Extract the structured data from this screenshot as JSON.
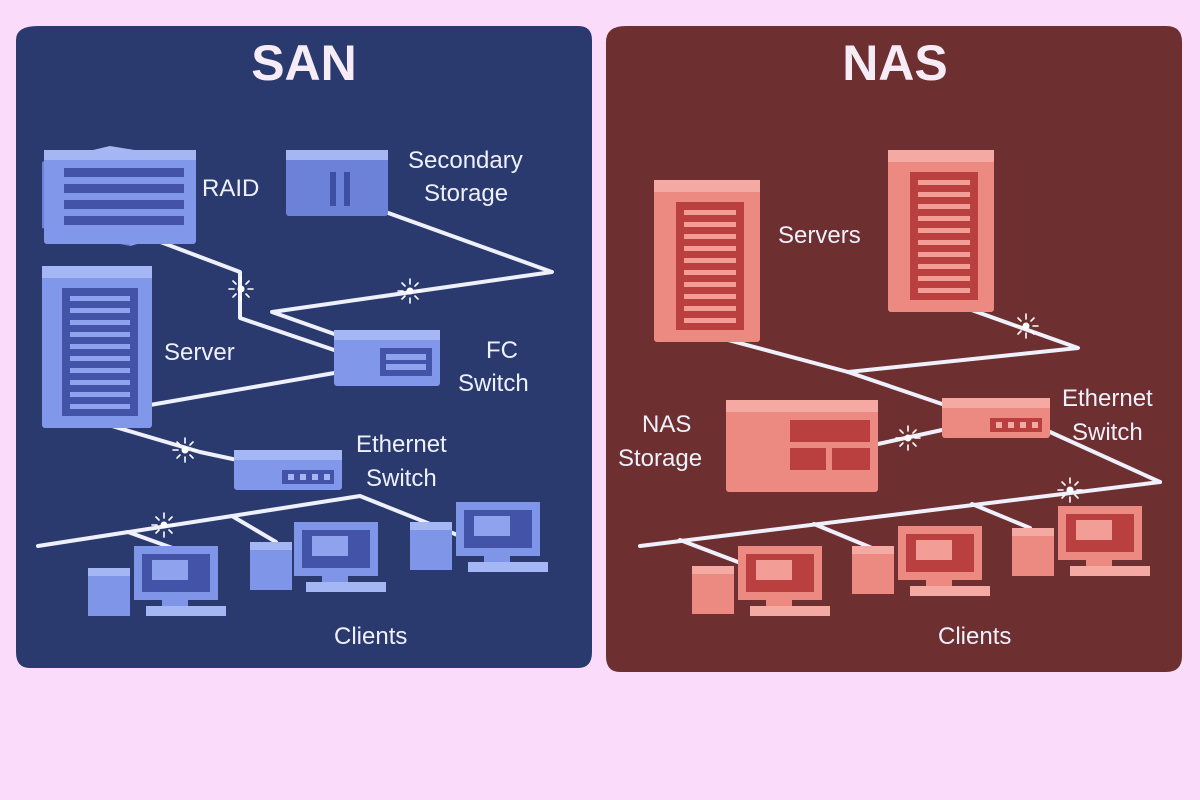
{
  "colors": {
    "background": "#fadcfa",
    "san_panel": "#2b3a6e",
    "nas_panel": "#6e2f30",
    "san_device": "#7f96e8",
    "san_device_dark": "#4e63b8",
    "nas_device": "#ec8a82",
    "nas_device_dark": "#b9403e",
    "wire": "#eef0fb"
  },
  "san": {
    "title": "SAN",
    "labels": {
      "raid": "RAID",
      "secondary_storage_line1": "Secondary",
      "secondary_storage_line2": "Storage",
      "server": "Server",
      "fc_switch_line1": "FC",
      "fc_switch_line2": "Switch",
      "ethernet_switch_line1": "Ethernet",
      "ethernet_switch_line2": "Switch",
      "clients": "Clients"
    }
  },
  "nas": {
    "title": "NAS",
    "labels": {
      "servers": "Servers",
      "nas_storage_line1": "NAS",
      "nas_storage_line2": "Storage",
      "ethernet_switch_line1": "Ethernet",
      "ethernet_switch_line2": "Switch",
      "clients": "Clients"
    }
  }
}
